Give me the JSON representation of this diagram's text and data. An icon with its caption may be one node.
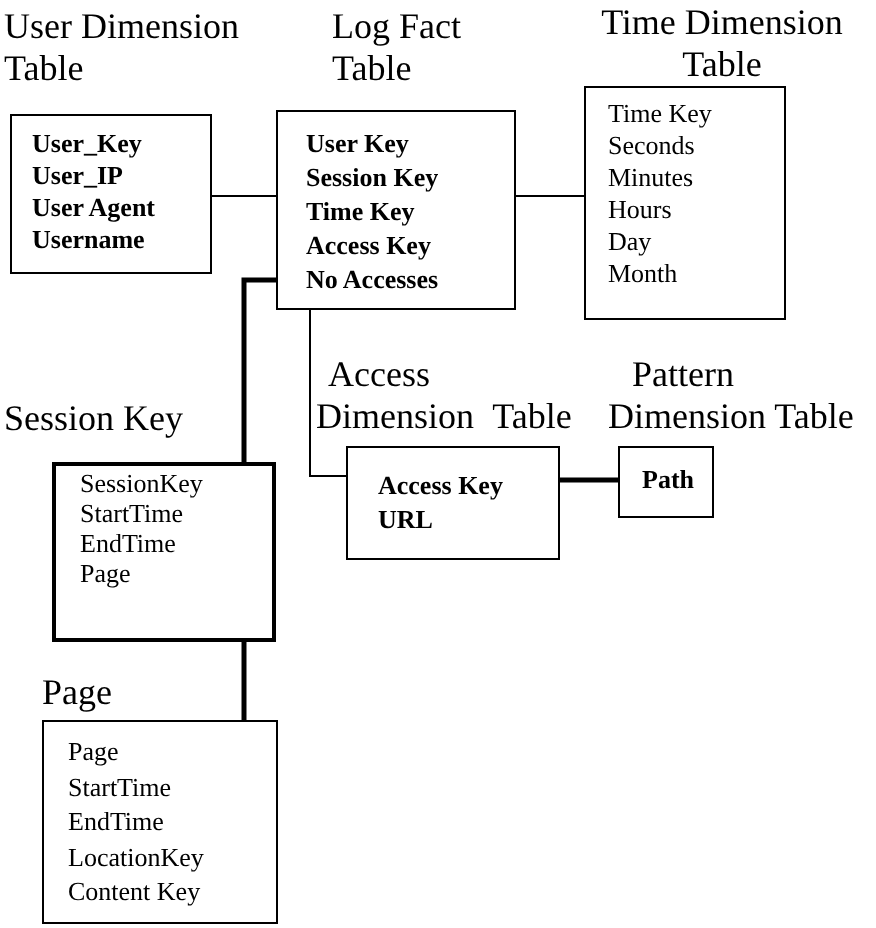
{
  "diagram": {
    "nodes": [
      {
        "text": [
          "User Dimension Table",
          "User_Key",
          "User_IP",
          "User Agent",
          "Username"
        ]
      },
      {
        "text": [
          "Log Fact Table",
          "User Key",
          "Session Key",
          "Time Key",
          "Access Key",
          "No Accesses"
        ]
      },
      {
        "text": [
          "Time Dimension Table",
          "Time Key",
          "Seconds",
          "Minutes",
          "Hours",
          "Day",
          "Month"
        ]
      },
      {
        "text": [
          "Session Key",
          "SessionKey",
          "StartTime",
          "EndTime",
          "Page"
        ]
      },
      {
        "text": [
          "Access Dimension Table",
          "Access Key",
          "URL"
        ]
      },
      {
        "text": [
          "Pattern Dimension Table",
          "Path"
        ]
      },
      {
        "text": [
          "Page",
          "Page",
          "StartTime",
          "EndTime",
          "LocationKey",
          "Content Key"
        ]
      }
    ],
    "edges": [
      {
        "from": 0,
        "to": 1,
        "arrow": "none"
      },
      {
        "from": 1,
        "to": 2,
        "arrow": "none"
      },
      {
        "from": 1,
        "to": 3,
        "arrow": "none",
        "style": "thick"
      },
      {
        "from": 1,
        "to": 4,
        "arrow": "none"
      },
      {
        "from": 4,
        "to": 5,
        "arrow": "none",
        "style": "thick"
      },
      {
        "from": 3,
        "to": 6,
        "arrow": "none",
        "style": "thick"
      }
    ]
  }
}
